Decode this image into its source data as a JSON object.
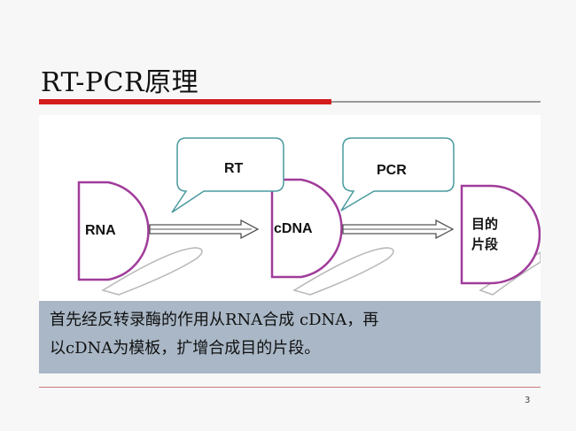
{
  "slide": {
    "title": "RT-PCR原理",
    "page_number": "3"
  },
  "diagram": {
    "nodes": [
      {
        "label": "RNA"
      },
      {
        "label": "cDNA"
      },
      {
        "label_line1": "目的",
        "label_line2": "片段"
      }
    ],
    "bubbles": [
      {
        "label": "RT"
      },
      {
        "label": "PCR"
      }
    ]
  },
  "caption": {
    "line1": "首先经反转录酶的作用从RNA合成 cDNA，再",
    "line2": "以cDNA为模板，扩增合成目的片段。"
  }
}
